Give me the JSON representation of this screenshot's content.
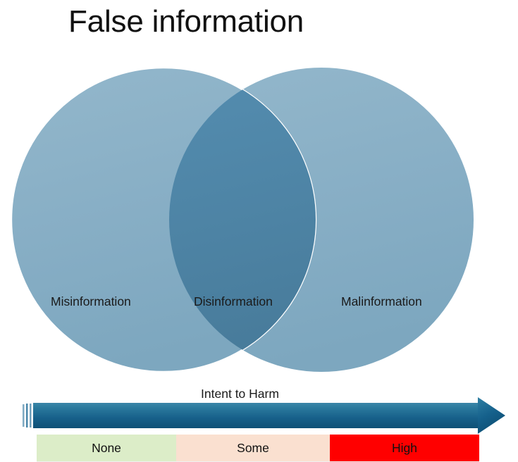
{
  "slide": {
    "title": "False information",
    "background_color": "#ffffff"
  },
  "venn": {
    "left_circle": {
      "label": "Misinformation",
      "fill": "#88afc6",
      "stroke": "#ffffff"
    },
    "right_circle": {
      "label": "Malinformation",
      "fill": "#88afc6",
      "stroke": "#ffffff"
    },
    "intersection": {
      "label": "Disinformation",
      "fill": "#4e85a6"
    }
  },
  "axis": {
    "caption": "Intent to Harm",
    "arrow": {
      "direction": "right",
      "color_light": "#2b7a9e",
      "color_dark": "#0e5076"
    },
    "segments": [
      {
        "label": "None",
        "color": "#dcedc8",
        "text_color": "#111111"
      },
      {
        "label": "Some",
        "color": "#fae0d0",
        "text_color": "#111111"
      },
      {
        "label": "High",
        "color": "#ff0000",
        "text_color": "#111111"
      }
    ]
  }
}
